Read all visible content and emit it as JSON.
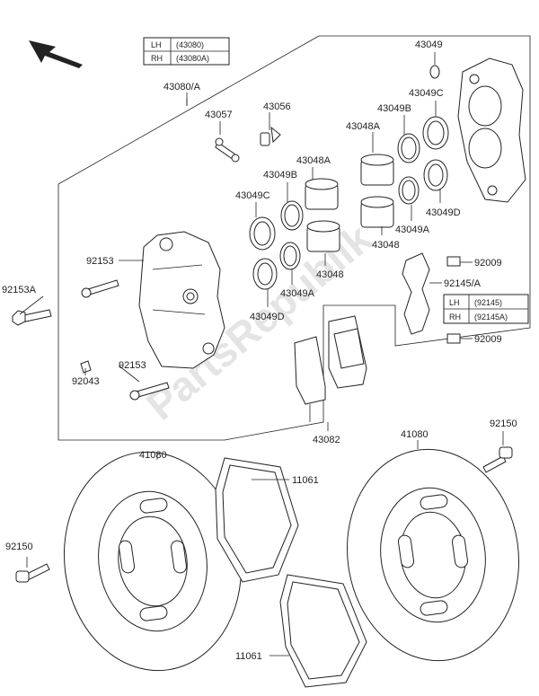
{
  "watermark": "PartsRepublik",
  "side_table_top": {
    "rows": [
      {
        "side": "LH",
        "part": "(43080)"
      },
      {
        "side": "RH",
        "part": "(43080A)"
      }
    ]
  },
  "side_table_bracket": {
    "rows": [
      {
        "side": "LH",
        "part": "(92145)"
      },
      {
        "side": "RH",
        "part": "(92145A)"
      }
    ]
  },
  "labels": {
    "caliper_assy": "43080/A",
    "p43057": "43057",
    "p43056": "43056",
    "p43049_top": "43049",
    "p43049c_top": "43049C",
    "p43049b_top": "43049B",
    "p43048a_top": "43048A",
    "p43048a": "43048A",
    "p43049b": "43049B",
    "p43049c": "43049C",
    "p43049d_right": "43049D",
    "p43049a_right": "43049A",
    "p43048_right": "43048",
    "p43048": "43048",
    "p43049a": "43049A",
    "p43049d": "43049D",
    "p92153_top": "92153",
    "p92153a": "92153A",
    "p92153_bottom": "92153",
    "p92043": "92043",
    "p92009_top": "92009",
    "p92145a": "92145/A",
    "p92009_bottom": "92009",
    "p43082": "43082",
    "p41080_left": "41080",
    "p11061_top": "11061",
    "p41080_right": "41080",
    "p92150_right": "92150",
    "p92150_left": "92150",
    "p11061_bottom": "11061"
  },
  "icons": {
    "direction_arrow": "arrow-up-left-icon"
  }
}
